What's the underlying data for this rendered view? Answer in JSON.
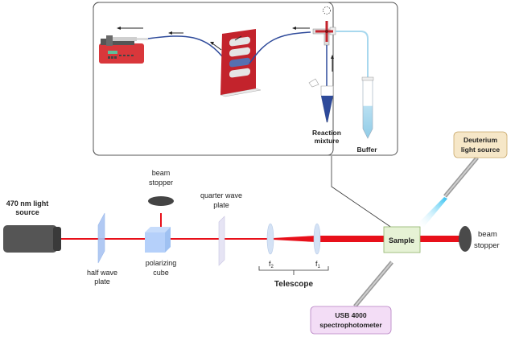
{
  "diagram": {
    "title": "",
    "inset": {
      "labels": {
        "reaction_mixture_line1": "Reaction",
        "reaction_mixture_line2": "mixture",
        "buffer": "Buffer"
      },
      "components": [
        "syringe-pump",
        "microfluidic-chip",
        "t-junction-valve",
        "reaction-mixture-tube",
        "buffer-tube"
      ]
    },
    "optics": {
      "light_source_line1": "470 nm light",
      "light_source_line2": "source",
      "half_wave_line1": "half wave",
      "half_wave_line2": "plate",
      "beam_stopper_top_line1": "beam",
      "beam_stopper_top_line2": "stopper",
      "polarizing_line1": "polarizing",
      "polarizing_line2": "cube",
      "quarter_wave_line1": "quarter wave",
      "quarter_wave_line2": "plate",
      "f2_main": "f",
      "f2_sub": "2",
      "f1_main": "f",
      "f1_sub": "1",
      "telescope": "Telescope",
      "sample": "Sample",
      "beam_stopper_right_line1": "beam",
      "beam_stopper_right_line2": "stopper",
      "deuterium_line1": "Deuterium",
      "deuterium_line2": "light source",
      "usb_line1": "USB 4000",
      "usb_line2": "spectrophotometer"
    },
    "colors": {
      "laser": "#e8101a",
      "chip_red": "#c3232c",
      "pump_red": "#d9373b",
      "tube_blue": "#2e4a9a",
      "buffer_blue": "#a8d8ee",
      "sample_fill": "#e6f2d5",
      "sample_border": "#8fb36a",
      "deuterium_fill": "#f6e7c8",
      "deuterium_border": "#c9a86a",
      "usb_fill": "#f3ddf6",
      "usb_border": "#b57fc2",
      "uv_glow": "#3fc8f2"
    }
  }
}
